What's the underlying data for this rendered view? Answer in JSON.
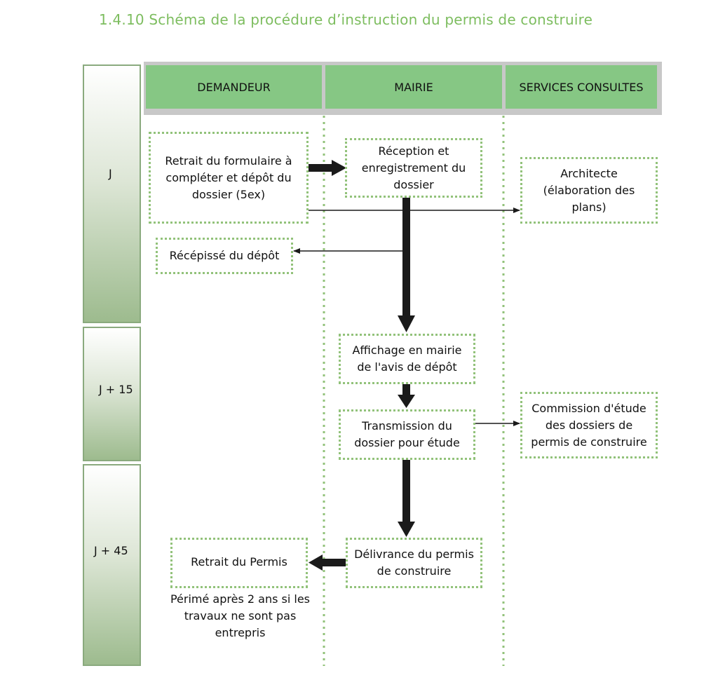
{
  "title": "1.4.10 Schéma de la procédure d’instruction du permis de construire",
  "columns": {
    "demandeur": "DEMANDEUR",
    "mairie": "MAIRIE",
    "services": "SERVICES CONSULTES"
  },
  "timeline": {
    "j": "J",
    "j15": "J + 15",
    "j45": "J + 45"
  },
  "steps": {
    "retrait_formulaire": "Retrait du formulaire à compléter et dépôt du dossier (5ex)",
    "reception": "Réception et enregistrement du dossier",
    "architecte": "Architecte (élaboration des plans)",
    "recepisse": "Récépissé du dépôt",
    "affichage": "Affichage en mairie de l'avis de dépôt",
    "transmission": "Transmission du dossier pour étude",
    "commission": "Commission d'étude des dossiers de permis de construire",
    "delivrance": "Délivrance du permis de construire",
    "retrait_permis": "Retrait du Permis",
    "perime": "Périmé après 2 ans si les travaux ne sont pas entrepris"
  },
  "colors": {
    "title": "#7dbd5f",
    "header": "#86c784",
    "box_border": "#92c27a",
    "arrow": "#1a1a1a"
  }
}
